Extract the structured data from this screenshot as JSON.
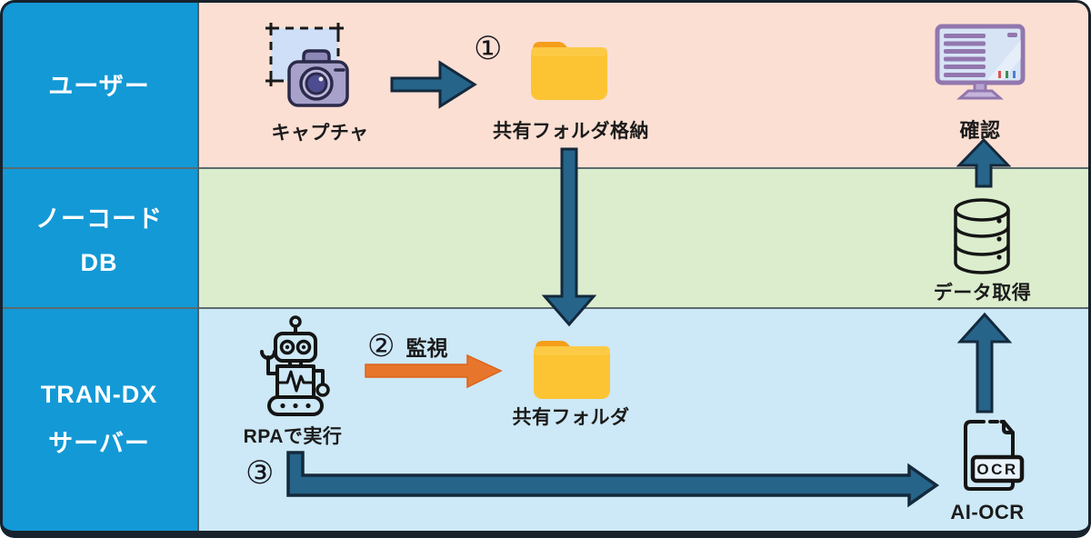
{
  "lanes": [
    {
      "line1": "ユーザー",
      "line2": ""
    },
    {
      "line1": "ノーコード",
      "line2": "DB"
    },
    {
      "line1": "TRAN-DX",
      "line2": "サーバー"
    }
  ],
  "nodes": {
    "capture": {
      "label": "キャプチャ",
      "icon": "screenshot-camera-icon"
    },
    "folder_store": {
      "label": "共有フォルダ格納",
      "icon": "folder-icon"
    },
    "confirm": {
      "label": "確認",
      "icon": "monitor-icon"
    },
    "data_fetch": {
      "label": "データ取得",
      "icon": "database-icon"
    },
    "rpa": {
      "label": "RPAで実行",
      "icon": "robot-icon"
    },
    "folder_watch": {
      "label": "共有フォルダ",
      "icon": "folder-icon"
    },
    "ai_ocr": {
      "label": "AI-OCR",
      "badge": "OCR",
      "icon": "ocr-document-icon"
    }
  },
  "steps": {
    "step1": {
      "marker": "①"
    },
    "step2": {
      "marker": "②",
      "text": "監視"
    },
    "step3": {
      "marker": "③"
    }
  },
  "colors": {
    "lane_header_bg": "#1399d6",
    "lane_user_bg": "#fcdfd3",
    "lane_nocode_db_bg": "#dbedcd",
    "lane_server_bg": "#cde8f6",
    "arrow_teal": "#26648a",
    "arrow_teal_outline": "#14293c",
    "arrow_orange": "#e8752c",
    "folder_yellow": "#fcc433",
    "folder_tab_orange": "#f59e1b",
    "frame_dark": "#18222c"
  }
}
